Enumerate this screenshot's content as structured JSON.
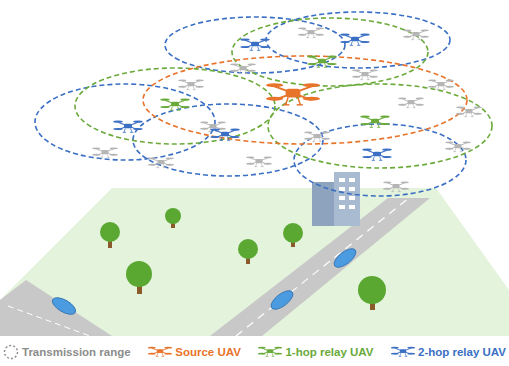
{
  "diagram": {
    "legend": [
      {
        "text": "Transmission range"
      },
      {
        "text": "Source UAV"
      },
      {
        "text": "1-hop relay UAV"
      },
      {
        "text": "2-hop relay UAV"
      }
    ]
  }
}
